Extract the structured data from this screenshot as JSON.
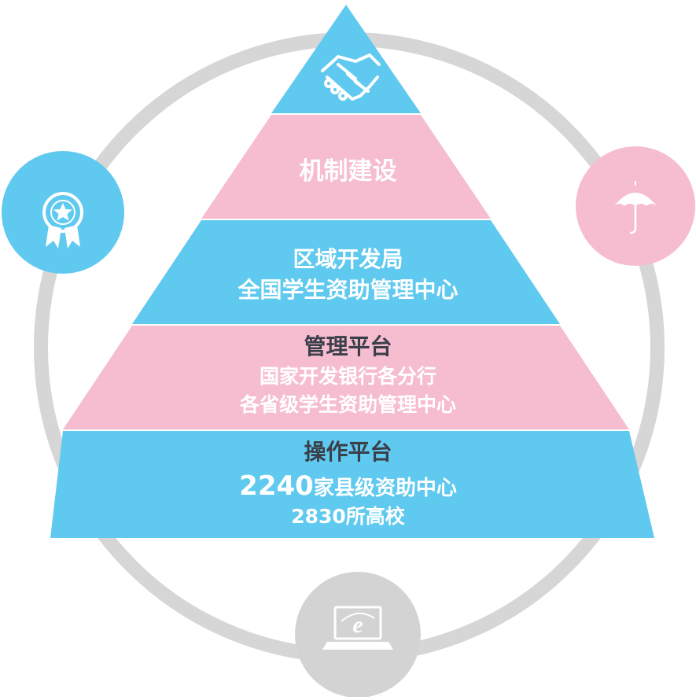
{
  "colors": {
    "ring": "#d6d6d6",
    "blue": "#5fc9ef",
    "pink": "#f6bdd0",
    "gray": "#d3d3d3",
    "white": "#ffffff",
    "dark_text": "#3a3f4a"
  },
  "icons": {
    "top": "handshake-icon",
    "left": "award-badge-icon",
    "right": "umbrella-icon",
    "bottom": "laptop-e-icon"
  },
  "pyramid": {
    "layer1": {
      "title": "机制建设"
    },
    "layer2": {
      "line1": "区域开发局",
      "line2": "全国学生资助管理中心"
    },
    "layer3": {
      "title": "管理平台",
      "line1": "国家开发银行各分行",
      "line2": "各省级学生资助管理中心"
    },
    "layer4": {
      "title": "操作平台",
      "count": "2240",
      "count_suffix": "家县级资助中心",
      "line2": "2830所高校"
    }
  }
}
